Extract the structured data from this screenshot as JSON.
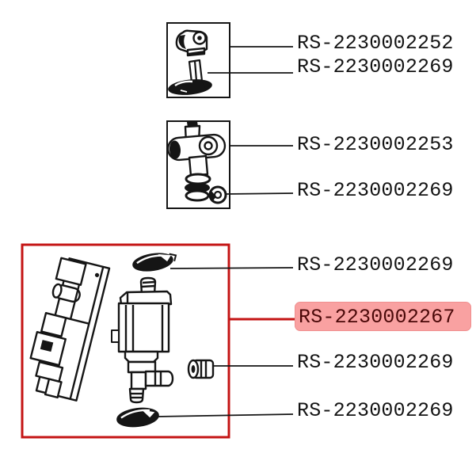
{
  "colors": {
    "background": "#ffffff",
    "line_art": "#151515",
    "selection_red": "#c41414",
    "highlight_bg": "#f9a1a1",
    "highlight_text": "#4a0808"
  },
  "labels": [
    {
      "text": "RS-2230002252",
      "highlighted": false
    },
    {
      "text": "RS-2230002269",
      "highlighted": false
    },
    {
      "text": "RS-2230002253",
      "highlighted": false
    },
    {
      "text": "RS-2230002269",
      "highlighted": false
    },
    {
      "text": "RS-2230002269",
      "highlighted": false
    },
    {
      "text": "RS-2230002267",
      "highlighted": true
    },
    {
      "text": "RS-2230002269",
      "highlighted": false
    },
    {
      "text": "RS-2230002269",
      "highlighted": false
    }
  ],
  "groups": [
    {
      "name": "elbow-and-screw-group",
      "parts": [
        "elbow-fitting",
        "screw-with-flange"
      ],
      "selected": false
    },
    {
      "name": "cross-valve-group",
      "parts": [
        "cross-valve",
        "seal-nut"
      ],
      "selected": false
    },
    {
      "name": "pump-assembly-group",
      "parts": [
        "mounting-bracket",
        "top-grommet",
        "pump",
        "check-valve-fitting",
        "bottom-grommet"
      ],
      "selected": true
    }
  ]
}
